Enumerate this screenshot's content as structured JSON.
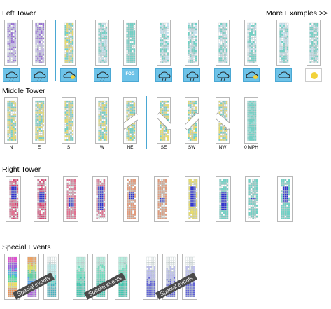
{
  "sections": {
    "left": "Left Tower",
    "middle": "Middle Tower",
    "right": "Right Tower",
    "special": "Special Events"
  },
  "more_link": "More Examples >>",
  "weather": [
    "cloud-rain-icon",
    "cloud-rain-icon",
    "cloud-sun-icon",
    "cloud-rain-icon",
    "FOG",
    "cloud-rain-icon",
    "cloud-rain-icon",
    "cloud-rain-icon",
    "cloud-sun-icon",
    "cloud-icon",
    "sun-icon"
  ],
  "directions": [
    "N",
    "E",
    "S",
    "W",
    "NE",
    "SE",
    "SW",
    "NW",
    "0 MPH"
  ],
  "special_label": "Special events",
  "colors": {
    "accent": "#4aa8d4",
    "purple": "#9a6dd8",
    "yellow": "#eadd6a",
    "teal": "#6fd3c6",
    "blue": "#3030d0",
    "pink": "#e47090",
    "salmon": "#e49a7a"
  }
}
